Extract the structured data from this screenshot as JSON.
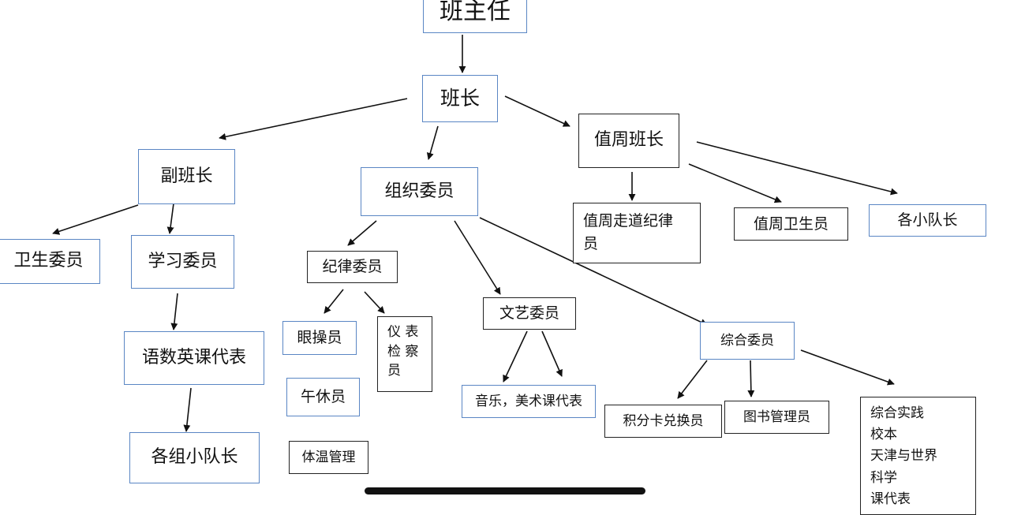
{
  "nodes": {
    "head_teacher": "班主任",
    "monitor": "班长",
    "vice_monitor": "副班长",
    "org_committee": "组织委员",
    "weekly_monitor": "值周班长",
    "hygiene_committee": "卫生委员",
    "study_committee": "学习委员",
    "discipline_committee": "纪律委员",
    "weekly_corridor_discipline": "值周走道纪律\n员",
    "weekly_hygiene": "值周卫生员",
    "squad_leaders": "各小队长",
    "subject_reps": "语数英课代表",
    "group_squad_leaders": "各组小队长",
    "eye_exercise": "眼操员",
    "noon_rest": "午休员",
    "temperature": "体温管理",
    "appearance_inspector": "仪 表\n检 察\n员",
    "arts_committee": "文艺委员",
    "music_art_reps": "音乐，美术课代表",
    "general_committee": "综合委员",
    "points_exchange": "积分卡兑换员",
    "librarian": "图书管理员",
    "general_subject_reps": "综合实践\n校本\n天津与世界\n科学\n课代表"
  },
  "colors": {
    "blue_border": "#5a86c4",
    "black_border": "#222222",
    "arrow": "#111111"
  }
}
